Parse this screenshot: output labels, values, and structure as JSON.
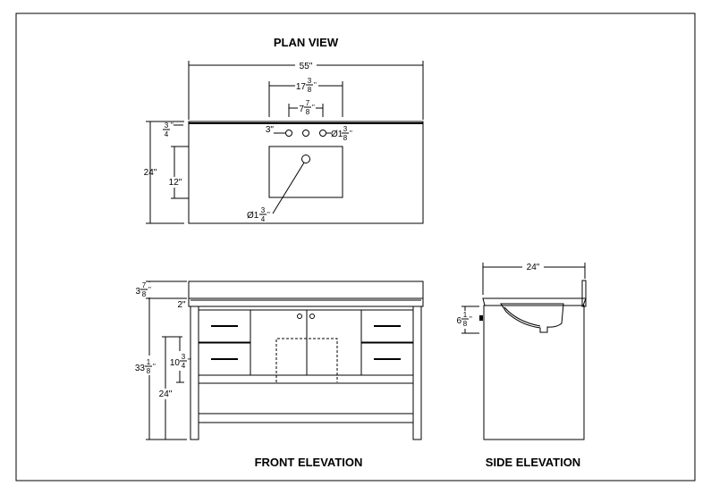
{
  "titles": {
    "plan": "PLAN VIEW",
    "front": "FRONT ELEVATION",
    "side": "SIDE ELEVATION"
  },
  "plan": {
    "width": "55\"",
    "faucet_spread": {
      "whole": "17",
      "num": "3",
      "den": "8",
      "unit": "\""
    },
    "hole_spacing": {
      "whole": "7",
      "num": "7",
      "den": "8",
      "unit": "\""
    },
    "depth": "24\"",
    "edge": {
      "whole": "",
      "num": "3",
      "den": "4",
      "unit": "\""
    },
    "sink_depth": "12\"",
    "hole_offset": "3\"",
    "faucet_hole": {
      "whole": "Ø1",
      "num": "3",
      "den": "8",
      "unit": "\""
    },
    "drain_hole": {
      "whole": "Ø1",
      "num": "3",
      "den": "4",
      "unit": "\""
    }
  },
  "front": {
    "backsplash": {
      "whole": "3",
      "num": "7",
      "den": "8",
      "unit": "\""
    },
    "top_thickness": "2\"",
    "total_height": {
      "whole": "33",
      "num": "1",
      "den": "8",
      "unit": "\""
    },
    "drawer_height": {
      "whole": "10",
      "num": "3",
      "den": "4",
      "unit": "\""
    },
    "floor_to_drawer": "24\""
  },
  "side": {
    "depth": "24\"",
    "bowl_depth": {
      "whole": "6",
      "num": "1",
      "den": "8",
      "unit": "\""
    }
  }
}
